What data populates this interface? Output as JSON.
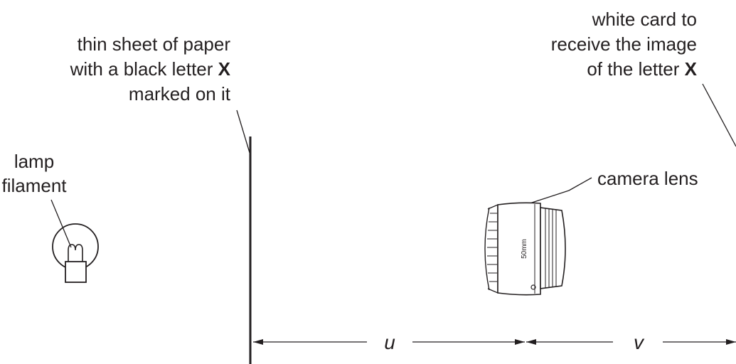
{
  "labels": {
    "paper": {
      "line1": "thin sheet of paper",
      "line2_text": "with a black letter ",
      "line2_bold": "X",
      "line3": "marked on it"
    },
    "card": {
      "line1": "white card to",
      "line2": "receive the image",
      "line3_text": "of the letter ",
      "line3_bold": "X"
    },
    "lamp": {
      "line1": "lamp",
      "line2": "filament"
    },
    "lens": "camera lens",
    "lens_marking": "50mm",
    "distance_object": "u",
    "distance_image": "v"
  },
  "colors": {
    "ink": "#231f20",
    "background": "#ffffff"
  }
}
